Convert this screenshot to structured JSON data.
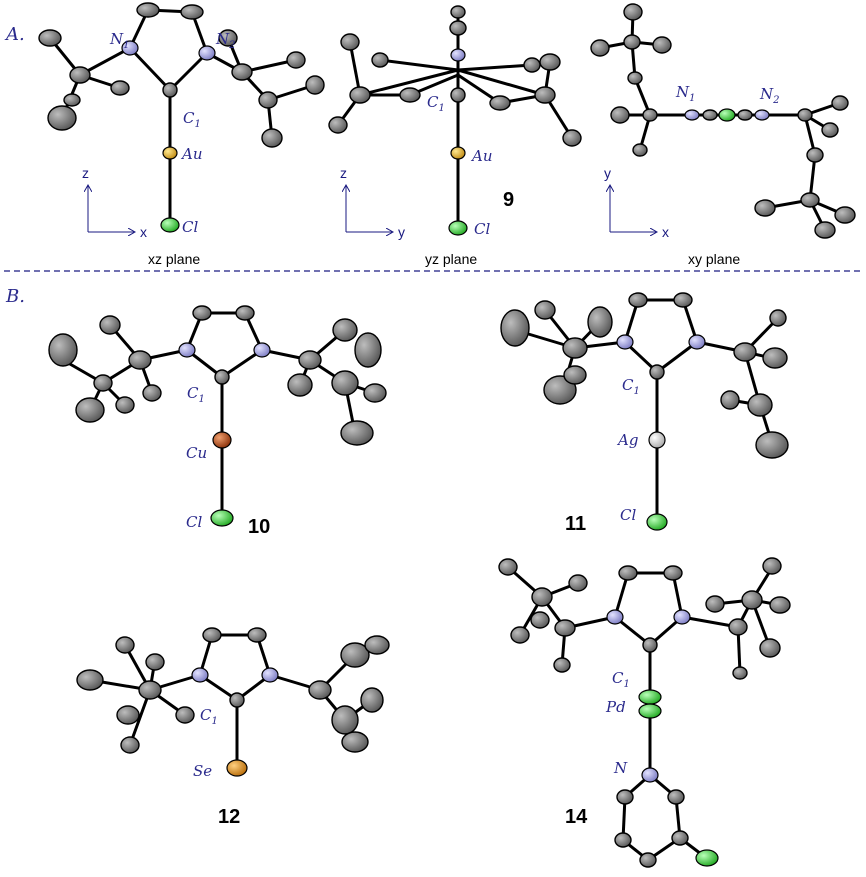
{
  "sections": {
    "a": "A.",
    "b": "B."
  },
  "panel_a": {
    "xz": {
      "n1": "N",
      "n1_sub": "1",
      "n2": "N",
      "n2_sub": "2",
      "c1": "C",
      "c1_sub": "1",
      "metal": "Au",
      "halide": "Cl",
      "axis_v": "z",
      "axis_h": "x",
      "plane": "xz plane"
    },
    "yz": {
      "c1": "C",
      "c1_sub": "1",
      "metal": "Au",
      "halide": "Cl",
      "axis_v": "z",
      "axis_h": "y",
      "plane": "yz plane",
      "compound": "9"
    },
    "xy": {
      "n1": "N",
      "n1_sub": "1",
      "n2": "N",
      "n2_sub": "2",
      "axis_v": "y",
      "axis_h": "x",
      "plane": "xy plane"
    }
  },
  "panel_b": {
    "cu": {
      "c1": "C",
      "c1_sub": "1",
      "metal": "Cu",
      "halide": "Cl",
      "compound": "10"
    },
    "ag": {
      "c1": "C",
      "c1_sub": "1",
      "metal": "Ag",
      "halide": "Cl",
      "compound": "11"
    },
    "se": {
      "c1": "C",
      "c1_sub": "1",
      "atom": "Se",
      "compound": "12"
    },
    "pd": {
      "c1": "C",
      "c1_sub": "1",
      "metal": "Pd",
      "n": "N",
      "compound": "14"
    }
  },
  "colors": {
    "carbon": "#6e6e6e",
    "nitrogen": "#9a9ad6",
    "gold": "#d8a828",
    "chlorine": "#3ec83e",
    "copper": "#b04a14",
    "silver": "#d8d8d8",
    "selenium": "#d88a1c",
    "label": "#2a2a8c",
    "divider": "#1a1a80"
  }
}
